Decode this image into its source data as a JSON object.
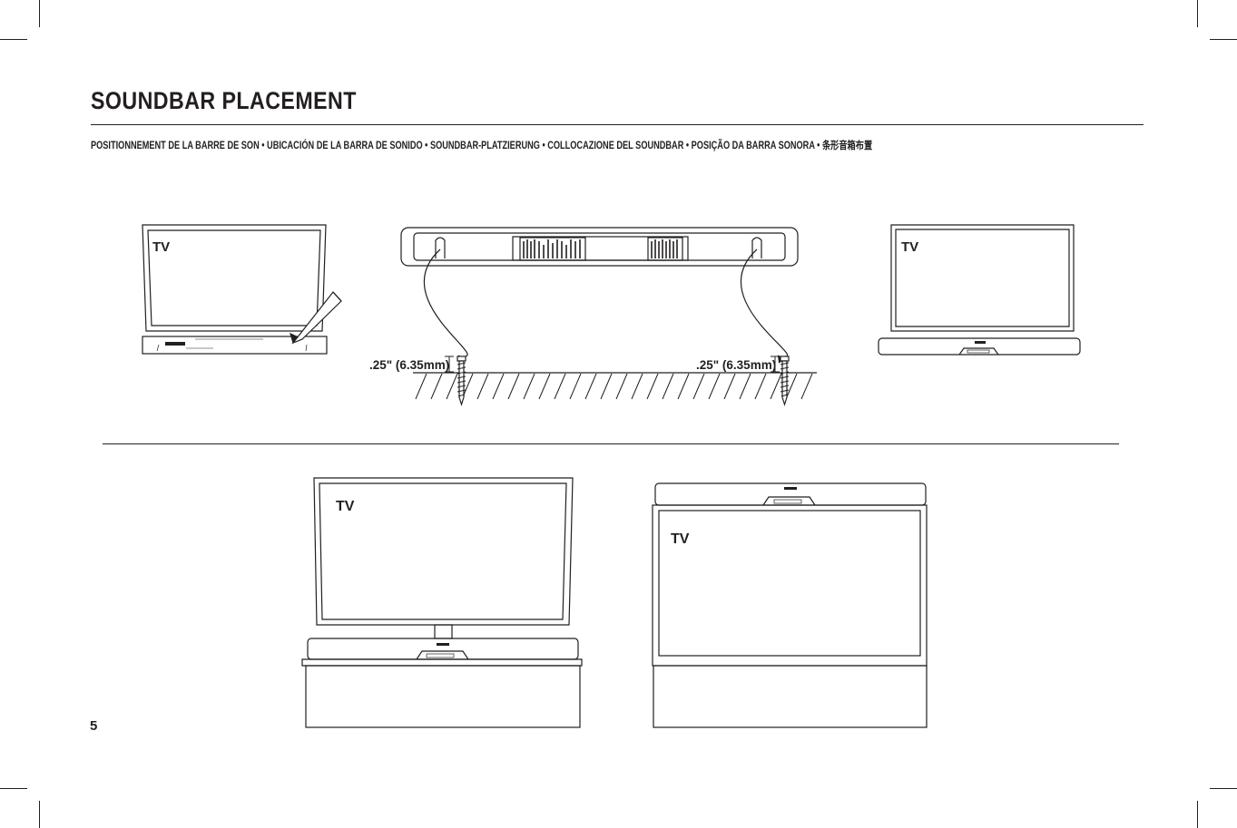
{
  "page": {
    "title": "SOUNDBAR PLACEMENT",
    "subtitle": "POSITIONNEMENT DE LA BARRE DE SON • UBICACIÓN DE LA BARRA DE SONIDO • SOUNDBAR-PLATZIERUNG • COLLOCAZIONE DEL SOUNDBAR • POSIÇÃO DA BARRA SONORA • 条形音箱布置",
    "page_number": "5"
  },
  "figures": {
    "tv_label": "TV",
    "screw_gap_left": ".25\" (6.35mm)",
    "screw_gap_right": ".25\" (6.35mm)"
  },
  "colors": {
    "ink": "#231f20",
    "paper": "#ffffff"
  }
}
